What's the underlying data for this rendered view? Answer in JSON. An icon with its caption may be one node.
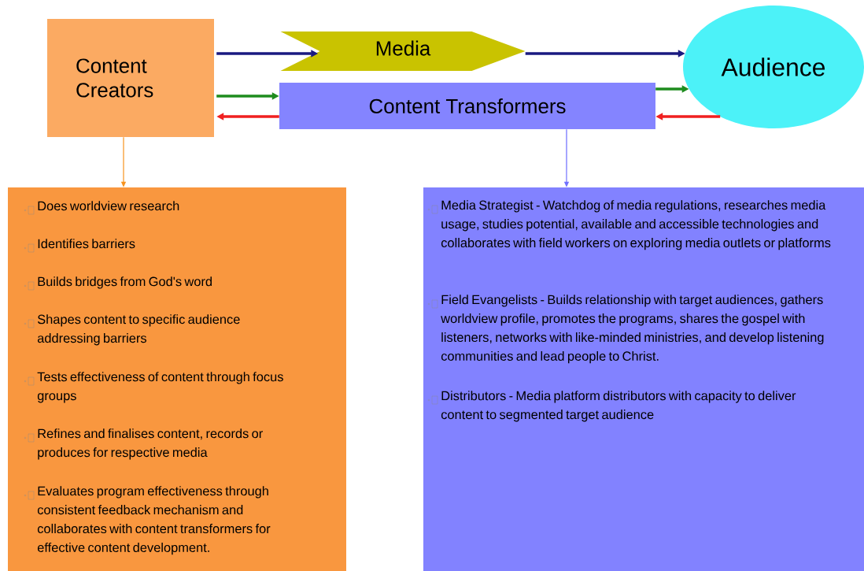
{
  "diagram": {
    "nodes": [
      {
        "text": [
          "Content Creators"
        ]
      },
      {
        "text": [
          "Media"
        ]
      },
      {
        "text": [
          "Audience"
        ]
      },
      {
        "text": [
          "Content Transformers"
        ]
      },
      {
        "text": [
          "Does worldview research",
          "Identifies barriers",
          "Builds bridges from God's word",
          "Shapes content to specific audience addressing barriers",
          "Tests effectiveness of content through focus groups",
          "Refines and finalises content, records or produces for respective media",
          "Evaluates program effectiveness through consistent feedback mechanism and collaborates with content transformers for effective content development."
        ]
      },
      {
        "text": [
          "Media Strategist - Watchdog of media regulations, researches media usage, studies potential, available and accessible technologies and collaborates with field workers on exploring media outlets or platforms",
          "Field Evangelists - Builds relationship with target audiences, gathers worldview profile, promotes the programs, shares the gospel with listeners, networks with like-minded ministries, and develop listening communities and lead people to Christ.",
          "Distributors - Media platform distributors with capacity to deliver content to segmented target audience"
        ]
      }
    ],
    "edges": [
      {
        "from": 0,
        "to": 1,
        "arrow": "to",
        "color": "#1a1a80"
      },
      {
        "from": 1,
        "to": 2,
        "arrow": "to",
        "color": "#1a1a80"
      },
      {
        "from": 0,
        "to": 3,
        "arrow": "to",
        "color": "#1e8c1e"
      },
      {
        "from": 3,
        "to": 0,
        "arrow": "to",
        "color": "#f02020"
      },
      {
        "from": 3,
        "to": 2,
        "arrow": "to",
        "color": "#1e8c1e"
      },
      {
        "from": 2,
        "to": 3,
        "arrow": "to",
        "color": "#f02020"
      },
      {
        "from": 0,
        "to": 4,
        "arrow": "to",
        "color": "#f7931e"
      },
      {
        "from": 3,
        "to": 5,
        "arrow": "to",
        "color": "#7070ff"
      }
    ]
  }
}
